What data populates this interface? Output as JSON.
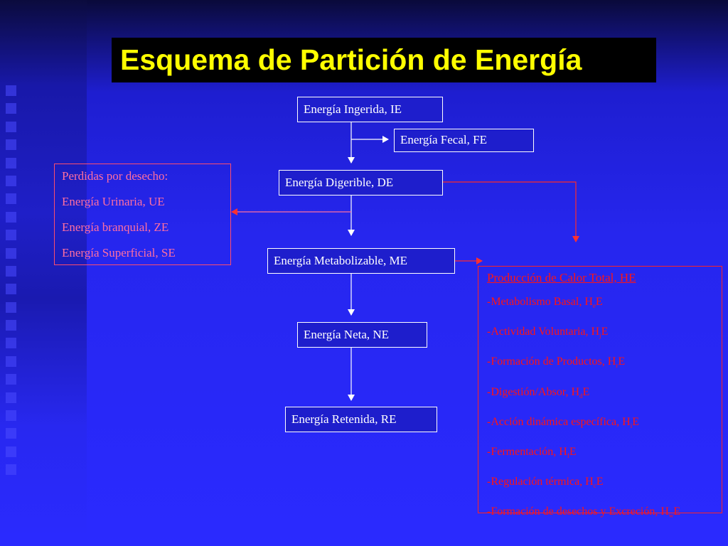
{
  "slide": {
    "title": "Esquema de Partición de Energía"
  },
  "nodes": {
    "ie": "Energía Ingerida, IE",
    "fe": "Energía Fecal, FE",
    "de": "Energía Digerible, DE",
    "me": "Energía Metabolizable, ME",
    "ne": "Energía Neta, NE",
    "re": "Energía Retenida, RE"
  },
  "waste": {
    "heading": "Perdidas por desecho:",
    "items": [
      "Energía Urinaria, UE",
      "Energía branquial, ZE",
      "Energía Superficial, SE"
    ]
  },
  "heat": {
    "title": "Producción de Calor Total, HE",
    "items": [
      {
        "text": "-Metabolismo Basal, H",
        "sub": "e",
        "suffix": "E"
      },
      {
        "text": "-Actividad Voluntaria, H",
        "sub": "j",
        "suffix": "E"
      },
      {
        "text": "-Formación de Productos, H",
        "sub": "r",
        "suffix": "E"
      },
      {
        "text": "-Digestión/Absor, H",
        "sub": "d",
        "suffix": "E"
      },
      {
        "text": "-Acción dinámica específica, H",
        "sub": "i",
        "suffix": "E"
      },
      {
        "text": "-Fermentación, H",
        "sub": "f",
        "suffix": "E"
      },
      {
        "text": "-Regulación térmica, H",
        "sub": "c",
        "suffix": "E"
      },
      {
        "text": "-Formación de desechos y Excreción, H",
        "sub": "w",
        "suffix": "E"
      }
    ]
  },
  "colors": {
    "title_text": "#ffff00",
    "title_bg": "#000000",
    "flow_arrows": "#ffffff",
    "waste_text": "#ff6fa0",
    "heat_text": "#ff1414",
    "heat_arrows": "#ff2a2a"
  }
}
